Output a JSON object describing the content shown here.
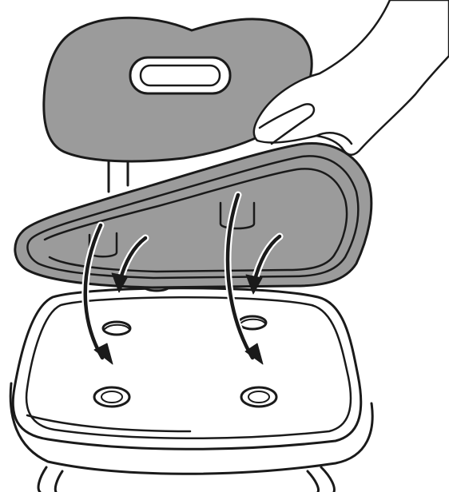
{
  "diagram": {
    "kind": "assembly-instruction-illustration",
    "caption": "",
    "colors": {
      "line": "#1a1a1a",
      "cushion_fill": "#9b9b9b",
      "background": "#ffffff"
    },
    "parts": [
      {
        "name": "backrest",
        "icon": "backrest-pad"
      },
      {
        "name": "seat-cushion",
        "icon": "cushion-with-pegs"
      },
      {
        "name": "seat-base",
        "icon": "seat-with-holes"
      },
      {
        "name": "hand",
        "icon": "hand"
      }
    ],
    "arrows": {
      "count": 4,
      "direction": "down-into-holes"
    }
  }
}
